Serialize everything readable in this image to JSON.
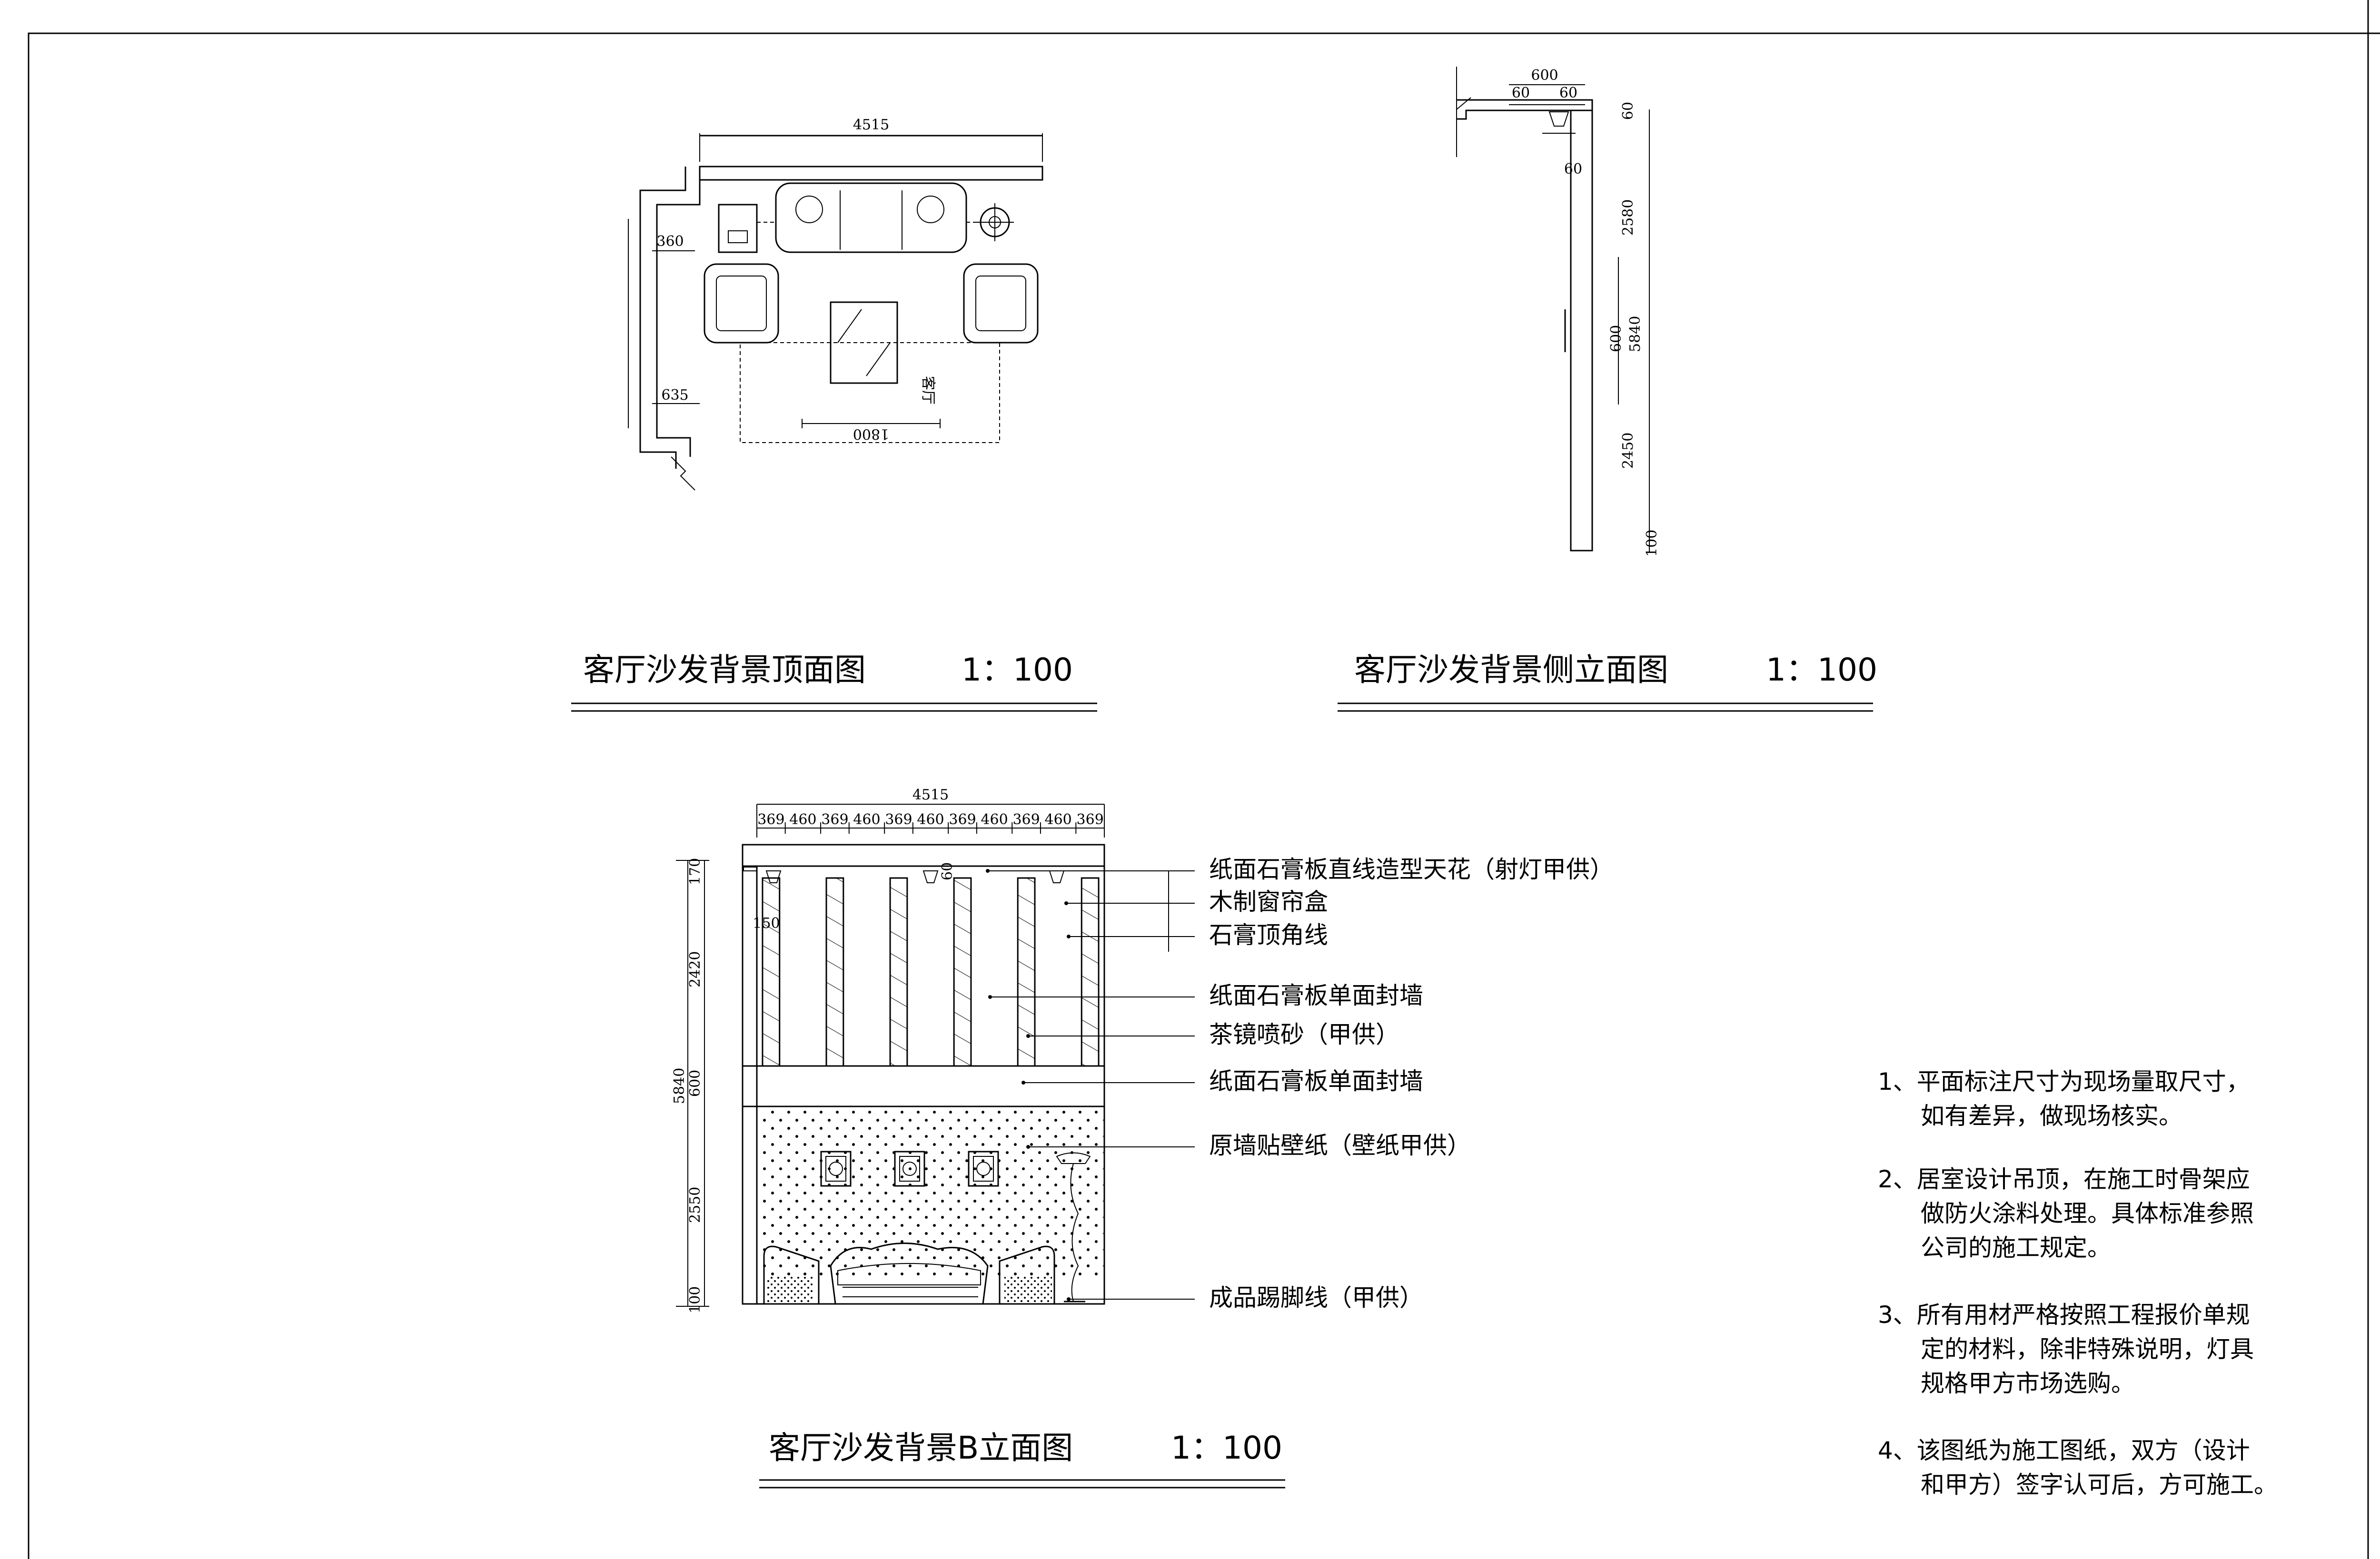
{
  "drawings": {
    "plan": {
      "title": "客厅沙发背景顶面图",
      "scale": "1：100",
      "dims": {
        "overall": "4515",
        "left_upper": "360",
        "left_lower": "635",
        "rug": "1800",
        "room_label": "客厅"
      }
    },
    "side": {
      "title": "客厅沙发背景侧立面图",
      "scale": "1：100",
      "dims": {
        "top_width": "600",
        "top_left": "60",
        "top_right": "60",
        "inner": "60",
        "d1": "60",
        "d2": "2580",
        "d3": "600",
        "d4": "2450",
        "d5": "100",
        "total": "5840"
      }
    },
    "elevation": {
      "title": "客厅沙发背景B立面图",
      "scale": "1：100",
      "top_total": "4515",
      "top_segments": [
        "369",
        "460",
        "369",
        "460",
        "369",
        "460",
        "369",
        "460",
        "369",
        "460",
        "369"
      ],
      "left_dims": {
        "d1": "170",
        "d2": "2420",
        "d3": "600",
        "d4": "2550",
        "d5": "100",
        "total": "5840"
      },
      "small_dims": {
        "a": "150",
        "b": "60"
      },
      "labels": [
        "纸面石膏板直线造型天花（射灯甲供）",
        "木制窗帘盒",
        "石膏顶角线",
        "纸面石膏板单面封墙",
        "茶镜喷砂（甲供）",
        "纸面石膏板单面封墙",
        "原墙贴壁纸（壁纸甲供）",
        "成品踢脚线（甲供）"
      ]
    }
  },
  "notes": [
    [
      "1、平面标注尺寸为现场量取尺寸，",
      "如有差异，做现场核实。"
    ],
    [
      "2、居室设计吊顶，在施工时骨架应",
      "做防火涂料处理。具体标准参照",
      "公司的施工规定。"
    ],
    [
      "3、所有用材严格按照工程报价单规",
      "定的材料，除非特殊说明，灯具",
      "规格甲方市场选购。"
    ],
    [
      "4、该图纸为施工图纸，双方（设计",
      "和甲方）签字认可后，方可施工。"
    ]
  ]
}
